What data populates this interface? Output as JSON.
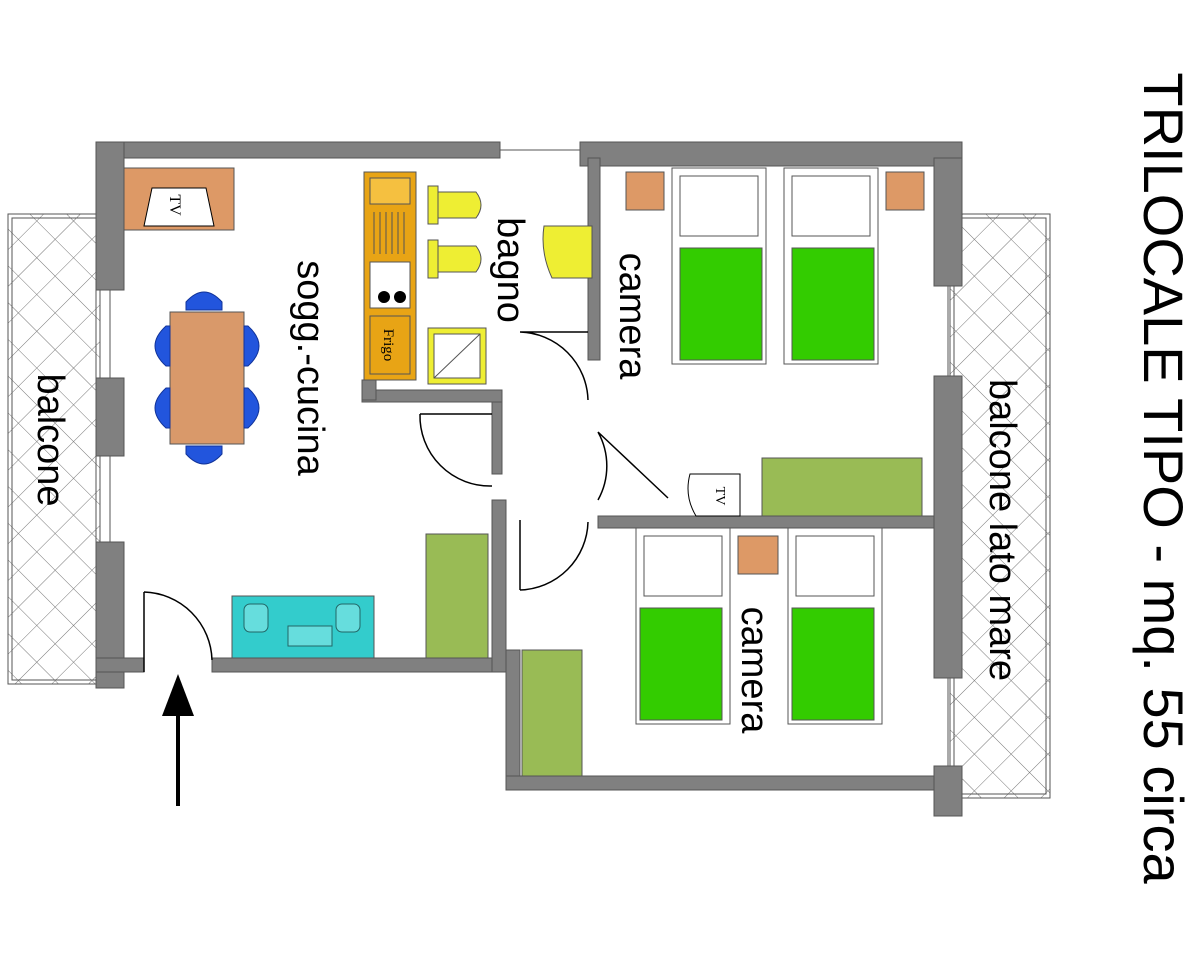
{
  "title": "TRILOCALE TIPO - mq. 55 circa",
  "rooms": {
    "living_kitchen": "sogg.-cucina",
    "bathroom": "bagno",
    "bedroom_1": "camera",
    "bedroom_2": "camera",
    "balcony_left": "balcone",
    "balcony_right": "balcone lato mare"
  },
  "fixtures": {
    "tv_label": "TV",
    "fridge_label": "Frigo"
  },
  "colors": {
    "wall": "#808080",
    "bed_green": "#33cc00",
    "wardrobe_green": "#99bb55",
    "nightstand": "#dd9966",
    "kitchen": "#e8a415",
    "sofa": "#33cccc",
    "chairs": "#2255dd",
    "table": "#d9996a",
    "sanitary": "#eeee33"
  }
}
